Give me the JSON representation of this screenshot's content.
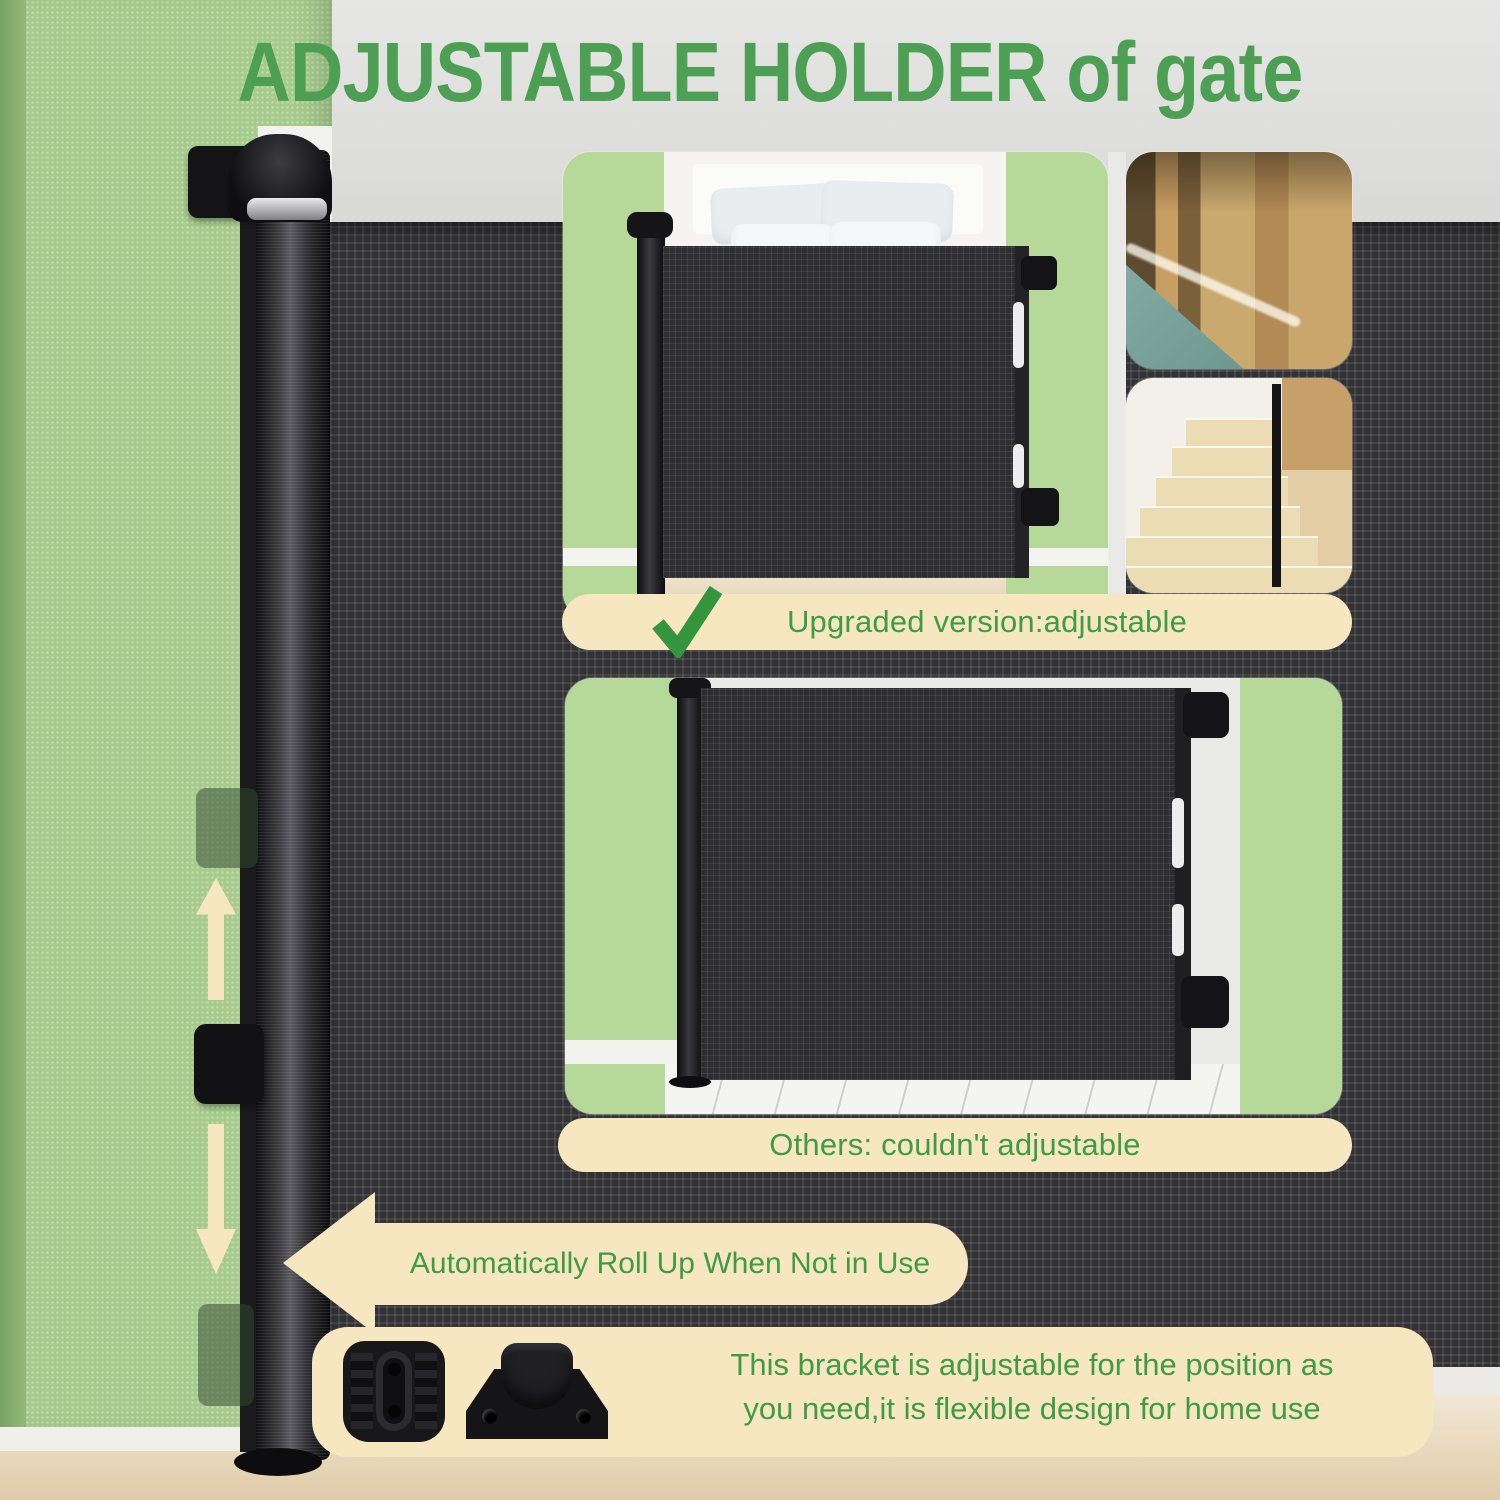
{
  "page": {
    "title": "ADJUSTABLE HOLDER of gate"
  },
  "badges": {
    "upgraded": {
      "label": "Upgraded version:adjustable",
      "icon": "check-icon"
    },
    "others": {
      "label": "Others: couldn't adjustable"
    },
    "roll_up": {
      "label": "Automatically Roll Up When Not in Use",
      "icon": "arrow-left-icon"
    }
  },
  "note": {
    "line1": "This bracket is adjustable for the position as",
    "line2": "you need,it is flexible design for home use"
  },
  "icons": {
    "check": "check-icon",
    "arrow_left": "arrow-left-icon",
    "arrow_up": "up-arrow-icon",
    "arrow_down": "down-arrow-icon"
  },
  "colors": {
    "title_green": "#4d9f54",
    "text_green": "#3f9b47",
    "check_green": "#35953d",
    "badge_cream": "#f6e7c1",
    "wall_green": "#a6cb8c",
    "wall_green_dark": "#7ba265",
    "inset_green": "#b6d898",
    "mesh_dark": "#323235",
    "floor_wood": "#e9dabb"
  }
}
